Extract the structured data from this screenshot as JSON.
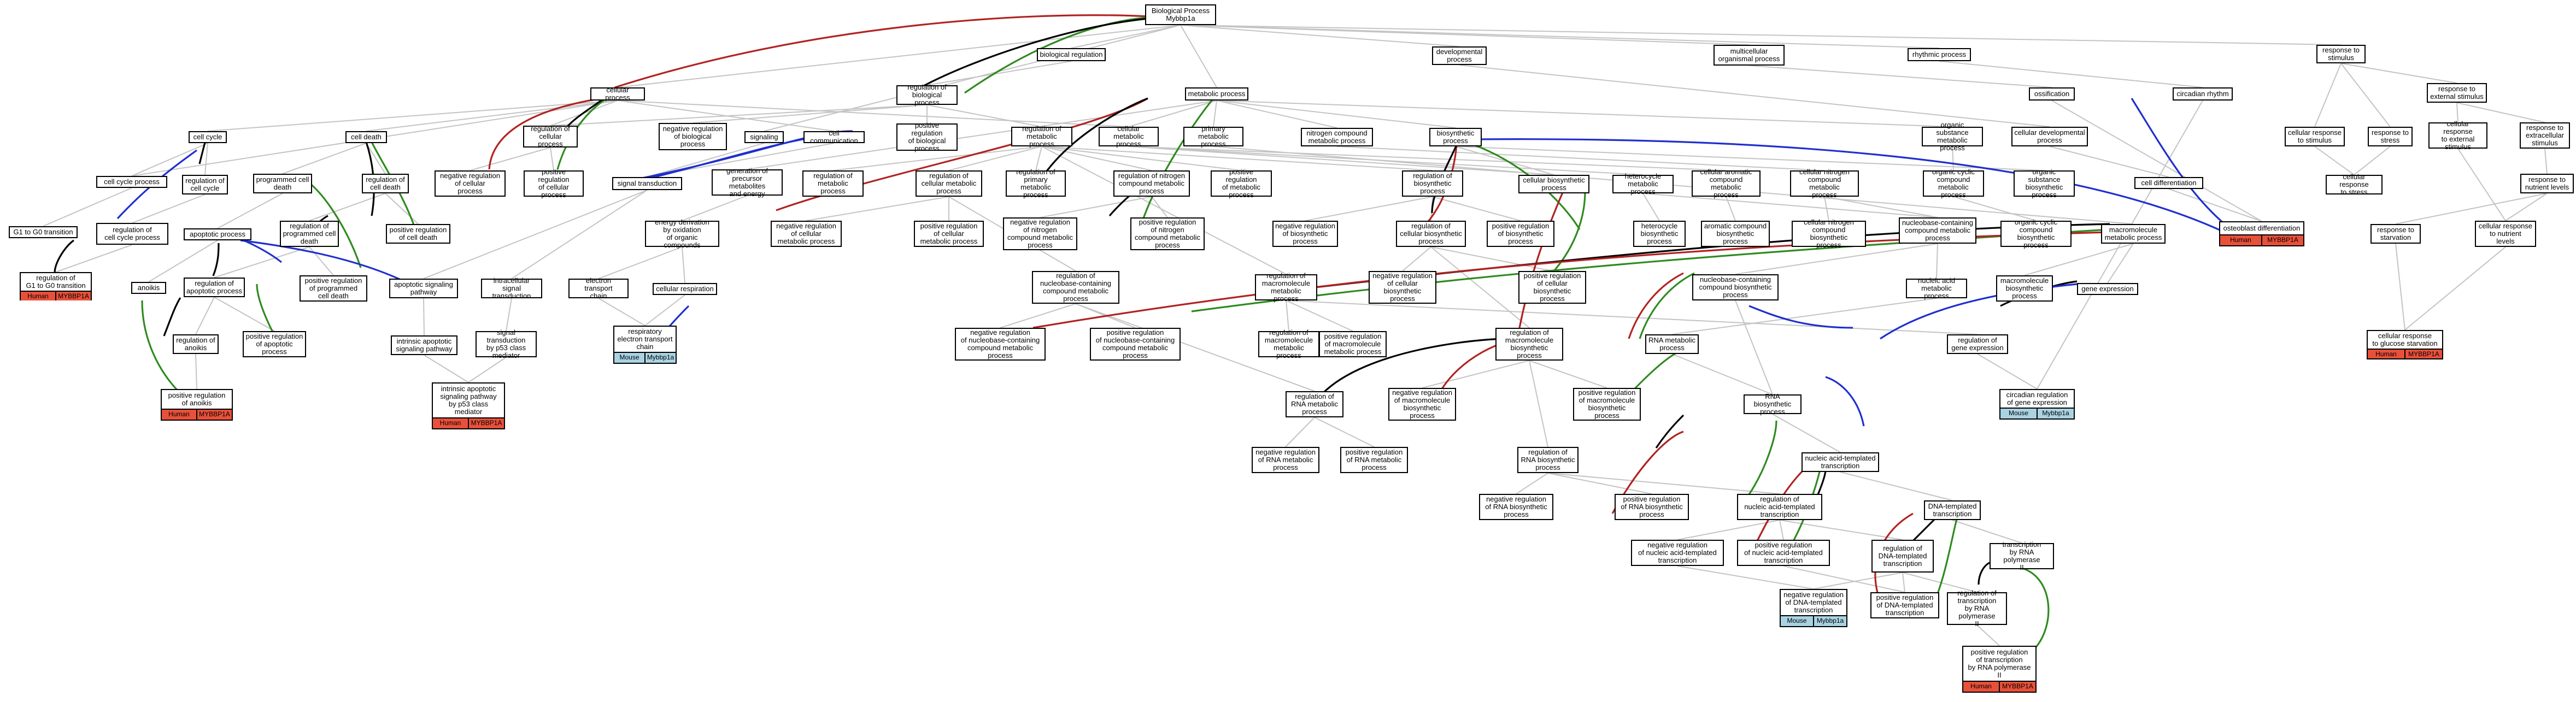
{
  "colors": {
    "edge": "#c4c4c4",
    "positive": "#2e8b1e",
    "negative": "#b22222",
    "part_of": "#1f2fcf",
    "regulates": "#000000",
    "human": "#e8503a",
    "mouse": "#a9d3e3"
  },
  "nodes": [
    {
      "id": "bp",
      "label": "Biological Process\nMyb­bp1a"
    },
    {
      "id": "bio_reg",
      "label": "biological regulation"
    },
    {
      "id": "dev",
      "label": "developmental\nprocess"
    },
    {
      "id": "multi",
      "label": "multicellular\norganismal process"
    },
    {
      "id": "rhythm",
      "label": "rhythmic process"
    },
    {
      "id": "resp_stim",
      "label": "response to\nstimulus"
    },
    {
      "id": "cell_proc",
      "label": "cellular process"
    },
    {
      "id": "reg_bp",
      "label": "regulation of\nbiological process"
    },
    {
      "id": "metab",
      "label": "metabolic process"
    },
    {
      "id": "ossif",
      "label": "ossification"
    },
    {
      "id": "circ",
      "label": "circadian rhythm"
    },
    {
      "id": "resp_ext",
      "label": "response to\nexternal stimulus"
    },
    {
      "id": "cell_cycle",
      "label": "cell cycle"
    },
    {
      "id": "cell_death",
      "label": "cell death"
    },
    {
      "id": "reg_cell_proc",
      "label": "regulation of\ncellular process"
    },
    {
      "id": "neg_reg_bp",
      "label": "negative regulation\nof biological\nprocess"
    },
    {
      "id": "signaling",
      "label": "signaling"
    },
    {
      "id": "cell_comm",
      "label": "cell communication"
    },
    {
      "id": "pos_reg_bp",
      "label": "positive regulation\nof biological\nprocess"
    },
    {
      "id": "reg_metab",
      "label": "regulation of\nmetabolic process"
    },
    {
      "id": "cell_metab",
      "label": "cellular metabolic\nprocess"
    },
    {
      "id": "prim_metab",
      "label": "primary metabolic\nprocess"
    },
    {
      "id": "nitro_metab",
      "label": "nitrogen compound\nmetabolic process"
    },
    {
      "id": "biosyn",
      "label": "biosynthetic\nprocess"
    },
    {
      "id": "org_sub_metab",
      "label": "organic substance\nmetabolic process"
    },
    {
      "id": "cell_dev",
      "label": "cellular developmental\nprocess"
    },
    {
      "id": "cell_resp_stim",
      "label": "cellular response\nto stimulus"
    },
    {
      "id": "resp_stress",
      "label": "response to\nstress"
    },
    {
      "id": "cell_resp_ext",
      "label": "cellular response\nto external\nstimulus"
    },
    {
      "id": "resp_extra",
      "label": "response to\nextracellular\nstimulus"
    },
    {
      "id": "cell_cycle_proc",
      "label": "cell cycle process"
    },
    {
      "id": "reg_cell_cycle",
      "label": "regulation of\ncell cycle"
    },
    {
      "id": "prog_death",
      "label": "programmed cell\ndeath"
    },
    {
      "id": "reg_cell_death",
      "label": "regulation of\ncell death"
    },
    {
      "id": "neg_reg_cell_proc",
      "label": "negative regulation\nof cellular\nprocess"
    },
    {
      "id": "pos_reg_cell_proc",
      "label": "positive regulation\nof cellular\nprocess"
    },
    {
      "id": "sig_trans",
      "label": "signal transduction"
    },
    {
      "id": "gen_precursor",
      "label": "generation of\nprecursor metabolites\nand energy"
    },
    {
      "id": "reg_metab2",
      "label": "regulation of\nmetabolic\nprocess"
    },
    {
      "id": "reg_cell_metab",
      "label": "regulation of\ncellular metabolic\nprocess"
    },
    {
      "id": "reg_prim_metab",
      "label": "regulation of\nprimary metabolic\nprocess"
    },
    {
      "id": "reg_nitro",
      "label": "regulation of nitrogen\ncompound metabolic\nprocess"
    },
    {
      "id": "pos_reg_metab",
      "label": "positive regulation\nof metabolic\nprocess"
    },
    {
      "id": "reg_biosyn",
      "label": "regulation of\nbiosynthetic\nprocess"
    },
    {
      "id": "cell_biosyn",
      "label": "cellular biosynthetic\nprocess"
    },
    {
      "id": "heterocycle_metab",
      "label": "heterocycle\nmetabolic process"
    },
    {
      "id": "arom_metab",
      "label": "cellular aromatic\ncompound metabolic\nprocess"
    },
    {
      "id": "cell_nitro_metab",
      "label": "cellular nitrogen\ncompound metabolic\nprocess"
    },
    {
      "id": "org_cyclic_metab",
      "label": "organic cyclic\ncompound metabolic\nprocess"
    },
    {
      "id": "org_sub_biosyn",
      "label": "organic substance\nbiosynthetic\nprocess"
    },
    {
      "id": "cell_diff",
      "label": "cell differentiation"
    },
    {
      "id": "osteoblast",
      "label": "osteoblast differentiation",
      "tags": [
        "Human",
        "MYBBP1A"
      ]
    },
    {
      "id": "cell_resp_stress",
      "label": "cellular response\nto stress"
    },
    {
      "id": "resp_starv",
      "label": "response to\nstarvation"
    },
    {
      "id": "cell_resp_nutr",
      "label": "cellular response\nto nutrient\nlevels"
    },
    {
      "id": "resp_nutr",
      "label": "response to\nnutrient levels"
    },
    {
      "id": "g1_g0",
      "label": "G1 to G0 transition"
    },
    {
      "id": "reg_cell_cycle_proc",
      "label": "regulation of\ncell cycle process"
    },
    {
      "id": "reg_prog_death",
      "label": "regulation of\nprogrammed cell\ndeath"
    },
    {
      "id": "pos_reg_cell_death",
      "label": "positive regulation\nof cell death"
    },
    {
      "id": "energy_deriv",
      "label": "energy derivation\nby oxidation\nof organic compounds"
    },
    {
      "id": "neg_reg_cell_metab",
      "label": "negative regulation\nof cellular\nmetabolic process"
    },
    {
      "id": "pos_reg_cell_metab",
      "label": "positive regulation\nof cellular\nmetabolic process"
    },
    {
      "id": "neg_reg_nitro",
      "label": "negative regulation\nof nitrogen\ncompound metabolic\nprocess"
    },
    {
      "id": "pos_reg_nitro",
      "label": "positive regulation\nof nitrogen\ncompound metabolic\nprocess"
    },
    {
      "id": "neg_reg_biosyn",
      "label": "negative regulation\nof biosynthetic\nprocess"
    },
    {
      "id": "reg_cell_biosyn",
      "label": "regulation of\ncellular biosynthetic\nprocess"
    },
    {
      "id": "pos_reg_biosyn",
      "label": "positive regulation\nof biosynthetic\nprocess"
    },
    {
      "id": "heterocycle_biosyn",
      "label": "heterocycle\nbiosynthetic\nprocess"
    },
    {
      "id": "arom_biosyn",
      "label": "aromatic compound\nbiosynthetic\nprocess"
    },
    {
      "id": "cell_nitro_biosyn",
      "label": "cellular nitrogen\ncompound biosynthetic\nprocess"
    },
    {
      "id": "nucleobase_metab",
      "label": "nucleobase-containing\ncompound metabolic\nprocess"
    },
    {
      "id": "org_cyclic_biosyn",
      "label": "organic cyclic\ncompound biosynthetic\nprocess"
    },
    {
      "id": "macro_metab",
      "label": "macromolecule\nmetabolic process"
    },
    {
      "id": "reg_g1_g0",
      "label": "regulation of\nG1 to G0 transition",
      "tags": [
        "Human",
        "MYBBP1A"
      ]
    },
    {
      "id": "apoptotic",
      "label": "apoptotic process"
    },
    {
      "id": "apop_sig",
      "label": "apoptotic signaling\npathway"
    },
    {
      "id": "intra_sig",
      "label": "intracellular\nsignal transduction"
    },
    {
      "id": "etc",
      "label": "electron transport\nchain"
    },
    {
      "id": "cell_resp",
      "label": "cellular respiration"
    },
    {
      "id": "reg_nucleobase",
      "label": "regulation of\nnucleobase-containing\ncompound metabolic\nprocess"
    },
    {
      "id": "reg_macro_metab",
      "label": "regulation of\nmacromolecule\nmetabolic process"
    },
    {
      "id": "neg_reg_cell_biosyn",
      "label": "negative regulation\nof cellular\nbiosynthetic\nprocess"
    },
    {
      "id": "pos_reg_cell_biosyn",
      "label": "positive regulation\nof cellular\nbiosynthetic\nprocess"
    },
    {
      "id": "nucleobase_biosyn",
      "label": "nucleobase-containing\ncompound biosynthetic\nprocess"
    },
    {
      "id": "nucleic_metab",
      "label": "nucleic acid\nmetabolic process"
    },
    {
      "id": "macro_biosyn",
      "label": "macromolecule\nbiosynthetic\nprocess"
    },
    {
      "id": "gene_expr",
      "label": "gene expression"
    },
    {
      "id": "cell_resp_glucose",
      "label": "cellular response\nto glucose starvation",
      "tags": [
        "Human",
        "MYBBP1A"
      ]
    },
    {
      "id": "anoikis",
      "label": "anoikis"
    },
    {
      "id": "reg_apop",
      "label": "regulation of\napoptotic process"
    },
    {
      "id": "pos_reg_prog_death",
      "label": "positive regulation\nof programmed\ncell death"
    },
    {
      "id": "intrinsic_apop",
      "label": "intrinsic apoptotic\nsignaling pathway"
    },
    {
      "id": "p53_sig",
      "label": "signal transduction\nby p53 class\nmediator"
    },
    {
      "id": "resp_etc",
      "label": "respiratory\nelectron transport\nchain",
      "tags": [
        "Mouse",
        "Mybbp1a"
      ]
    },
    {
      "id": "neg_reg_nucleobase",
      "label": "negative regulation\nof nucleobase-containing\ncompound metabolic\nprocess"
    },
    {
      "id": "pos_reg_nucleobase",
      "label": "positive regulation\nof nucleobase-containing\ncompound metabolic\nprocess"
    },
    {
      "id": "reg_macro_metab2",
      "label": "regulation of\nmacromolecule\nmetabolic process"
    },
    {
      "id": "pos_reg_macro_metab",
      "label": "positive regulation\nof macromolecule\nmetabolic process"
    },
    {
      "id": "reg_macro_biosyn",
      "label": "regulation of\nmacromolecule\nbiosynthetic\nprocess"
    },
    {
      "id": "rna_metab",
      "label": "RNA metabolic\nprocess"
    },
    {
      "id": "reg_gene_expr",
      "label": "regulation of\ngene expression"
    },
    {
      "id": "reg_anoikis",
      "label": "regulation of\nanoikis"
    },
    {
      "id": "pos_reg_apop",
      "label": "positive regulation\nof apoptotic\nprocess"
    },
    {
      "id": "intrinsic_p53",
      "label": "intrinsic apoptotic\nsignaling pathway\nby p53 class\nmediator",
      "tags": [
        "Human",
        "MYBBP1A"
      ]
    },
    {
      "id": "reg_rna_metab",
      "label": "regulation of\nRNA metabolic\nprocess"
    },
    {
      "id": "neg_reg_macro_biosyn",
      "label": "negative regulation\nof macromolecule\nbiosynthetic\nprocess"
    },
    {
      "id": "pos_reg_macro_biosyn",
      "label": "positive regulation\nof macromolecule\nbiosynthetic\nprocess"
    },
    {
      "id": "rna_biosyn",
      "label": "RNA biosynthetic\nprocess"
    },
    {
      "id": "circ_reg_gene",
      "label": "circadian regulation\nof gene expression",
      "tags": [
        "Mouse",
        "Mybbp1a"
      ]
    },
    {
      "id": "pos_reg_anoikis",
      "label": "positive regulation\nof anoikis",
      "tags": [
        "Human",
        "MYBBP1A"
      ]
    },
    {
      "id": "neg_reg_rna_metab",
      "label": "negative regulation\nof RNA metabolic\nprocess"
    },
    {
      "id": "pos_reg_rna_metab",
      "label": "positive regulation\nof RNA metabolic\nprocess"
    },
    {
      "id": "reg_rna_biosyn",
      "label": "regulation of\nRNA biosynthetic\nprocess"
    },
    {
      "id": "nucleic_templ",
      "label": "nucleic acid-templated\ntranscription"
    },
    {
      "id": "neg_reg_rna_biosyn",
      "label": "negative regulation\nof RNA biosynthetic\nprocess"
    },
    {
      "id": "pos_reg_rna_biosyn",
      "label": "positive regulation\nof RNA biosynthetic\nprocess"
    },
    {
      "id": "reg_nucleic_templ",
      "label": "regulation of\nnucleic acid-templated\ntranscription"
    },
    {
      "id": "dna_templ",
      "label": "DNA-templated\ntranscription"
    },
    {
      "id": "neg_reg_nucleic_templ",
      "label": "negative regulation\nof nucleic acid-templated\ntranscription"
    },
    {
      "id": "pos_reg_nucleic_templ",
      "label": "positive regulation\nof nucleic acid-templated\ntranscription"
    },
    {
      "id": "reg_dna_templ",
      "label": "regulation of\nDNA-templated\ntranscription"
    },
    {
      "id": "trans_pol2",
      "label": "transcription\nby RNA polymerase\nII"
    },
    {
      "id": "neg_reg_dna_templ",
      "label": "negative regulation\nof DNA-templated\ntranscription",
      "tags": [
        "Mouse",
        "Mybbp1a"
      ]
    },
    {
      "id": "pos_reg_dna_templ",
      "label": "positive regulation\nof DNA-templated\ntranscription"
    },
    {
      "id": "reg_trans_pol2",
      "label": "regulation of\ntranscription\nby RNA polymerase\nII"
    },
    {
      "id": "pos_reg_trans_pol2",
      "label": "positive regulation\nof transcription\nby RNA polymerase\nII",
      "tags": [
        "Human",
        "MYBBP1A"
      ]
    }
  ]
}
